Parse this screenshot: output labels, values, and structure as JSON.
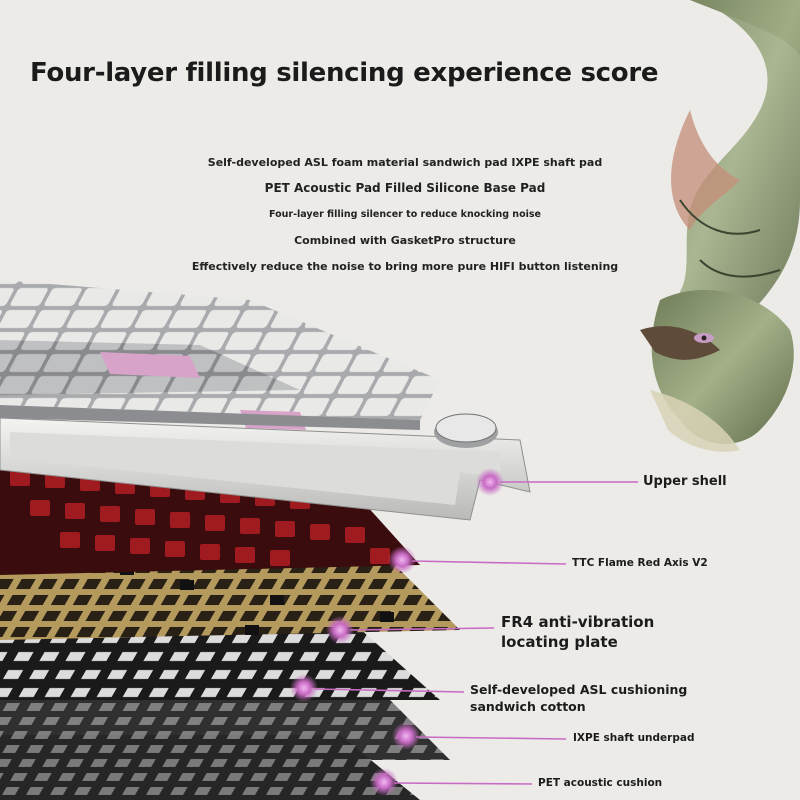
{
  "headline": "Four-layer filling silencing experience score",
  "intro_lines": [
    "Self-developed ASL foam material sandwich pad IXPE shaft pad",
    "PET Acoustic Pad Filled Silicone Base Pad",
    "Four-layer filling silencer to reduce knocking noise",
    "Combined with GasketPro structure",
    "Effectively reduce the noise to bring more pure HIFI button listening"
  ],
  "callouts": {
    "upper_shell": "Upper shell",
    "switch": "TTC Flame Red Axis V2",
    "plate_line1": "FR4 anti-vibration",
    "plate_line2": "locating plate",
    "cotton_line1": "Self-developed ASL cushioning",
    "cotton_line2": "sandwich cotton",
    "shaft_underpad": "IXPE shaft underpad",
    "pet_cushion": "PET acoustic cushion"
  },
  "colors": {
    "background": "#ecebe8",
    "accent_marker": "#c86bc4",
    "switch_red": "#8e1518",
    "plate_gold": "#b59a5e",
    "keycap_pink": "#d7a3c8",
    "keycap_gray": "#8a8c90",
    "dragon_green": "#93a27b"
  },
  "icons": {
    "dragon": "dragon-illustration",
    "keyboard": "exploded-keyboard-illustration",
    "marker": "glowing-dot-marker"
  }
}
